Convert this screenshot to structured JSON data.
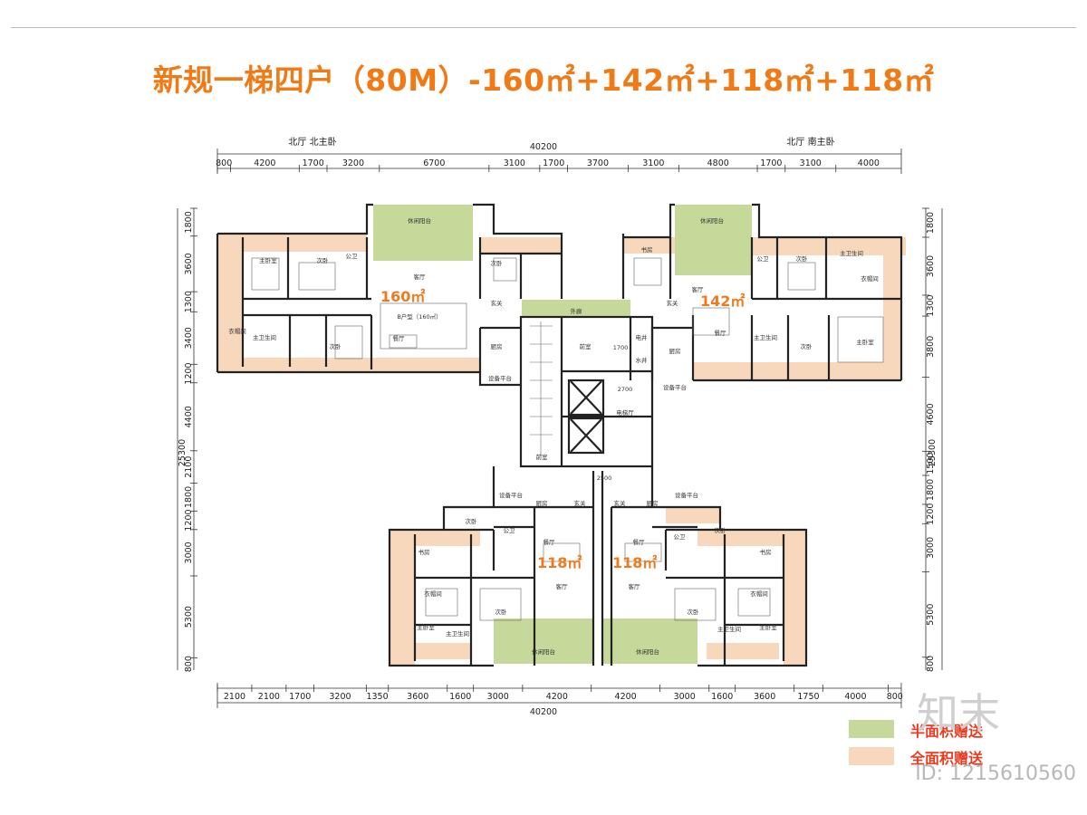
{
  "title": "新规一梯四户（80M）-160㎡+142㎡+118㎡+118㎡",
  "top_labels": {
    "left": "北厅 北主卧",
    "right": "北厅 南主卧"
  },
  "top_total": "40200",
  "top_dims": [
    "800",
    "4200",
    "1700",
    "3200",
    "6700",
    "3100",
    "1700",
    "3700",
    "3100",
    "4800",
    "1700",
    "3100",
    "4000"
  ],
  "bottom_total": "40200",
  "bottom_dims": [
    "2100",
    "2100",
    "1700",
    "3200",
    "1350",
    "3600",
    "1600",
    "3000",
    "4200",
    "4200",
    "3000",
    "1600",
    "3600",
    "1750",
    "4000",
    "800"
  ],
  "left_total": "25300",
  "left_dims": [
    "1800",
    "3600",
    "1300",
    "3400",
    "1200",
    "4400",
    "2100",
    "1800",
    "1200",
    "3000",
    "5300",
    "800"
  ],
  "right_total": "25300",
  "right_dims": [
    "1800",
    "3600",
    "1300",
    "3800",
    "4600",
    "1500",
    "1800",
    "1200",
    "3000",
    "5300",
    "800"
  ],
  "areas": {
    "a": "160㎡",
    "b": "142㎡",
    "c": "118㎡",
    "d": "118㎡"
  },
  "core": {
    "lobby": "电梯厅",
    "outer_hall": "外廊",
    "front_room": "前室",
    "well": "电井",
    "water": "水井",
    "dim1": "1700",
    "dim2": "2700",
    "dim3": "2500"
  },
  "rooms": {
    "balcony": "休闲阳台",
    "master": "主卧室",
    "secondary": "次卧",
    "public_wc": "公卫",
    "living": "客厅",
    "dining": "餐厅",
    "kitchen": "厨房",
    "entry": "玄关",
    "study": "书房",
    "cloak": "衣帽间",
    "master_wc": "主卫生间",
    "equipment": "设备平台",
    "type_label": "B户型（160㎡）"
  },
  "legend": [
    {
      "label": "半面积赠送",
      "color": "#c6d99a"
    },
    {
      "label": "全面积赠送",
      "color": "#f8d8bd"
    }
  ],
  "watermark": {
    "id": "ID: 1215610560",
    "logo": "知末"
  }
}
